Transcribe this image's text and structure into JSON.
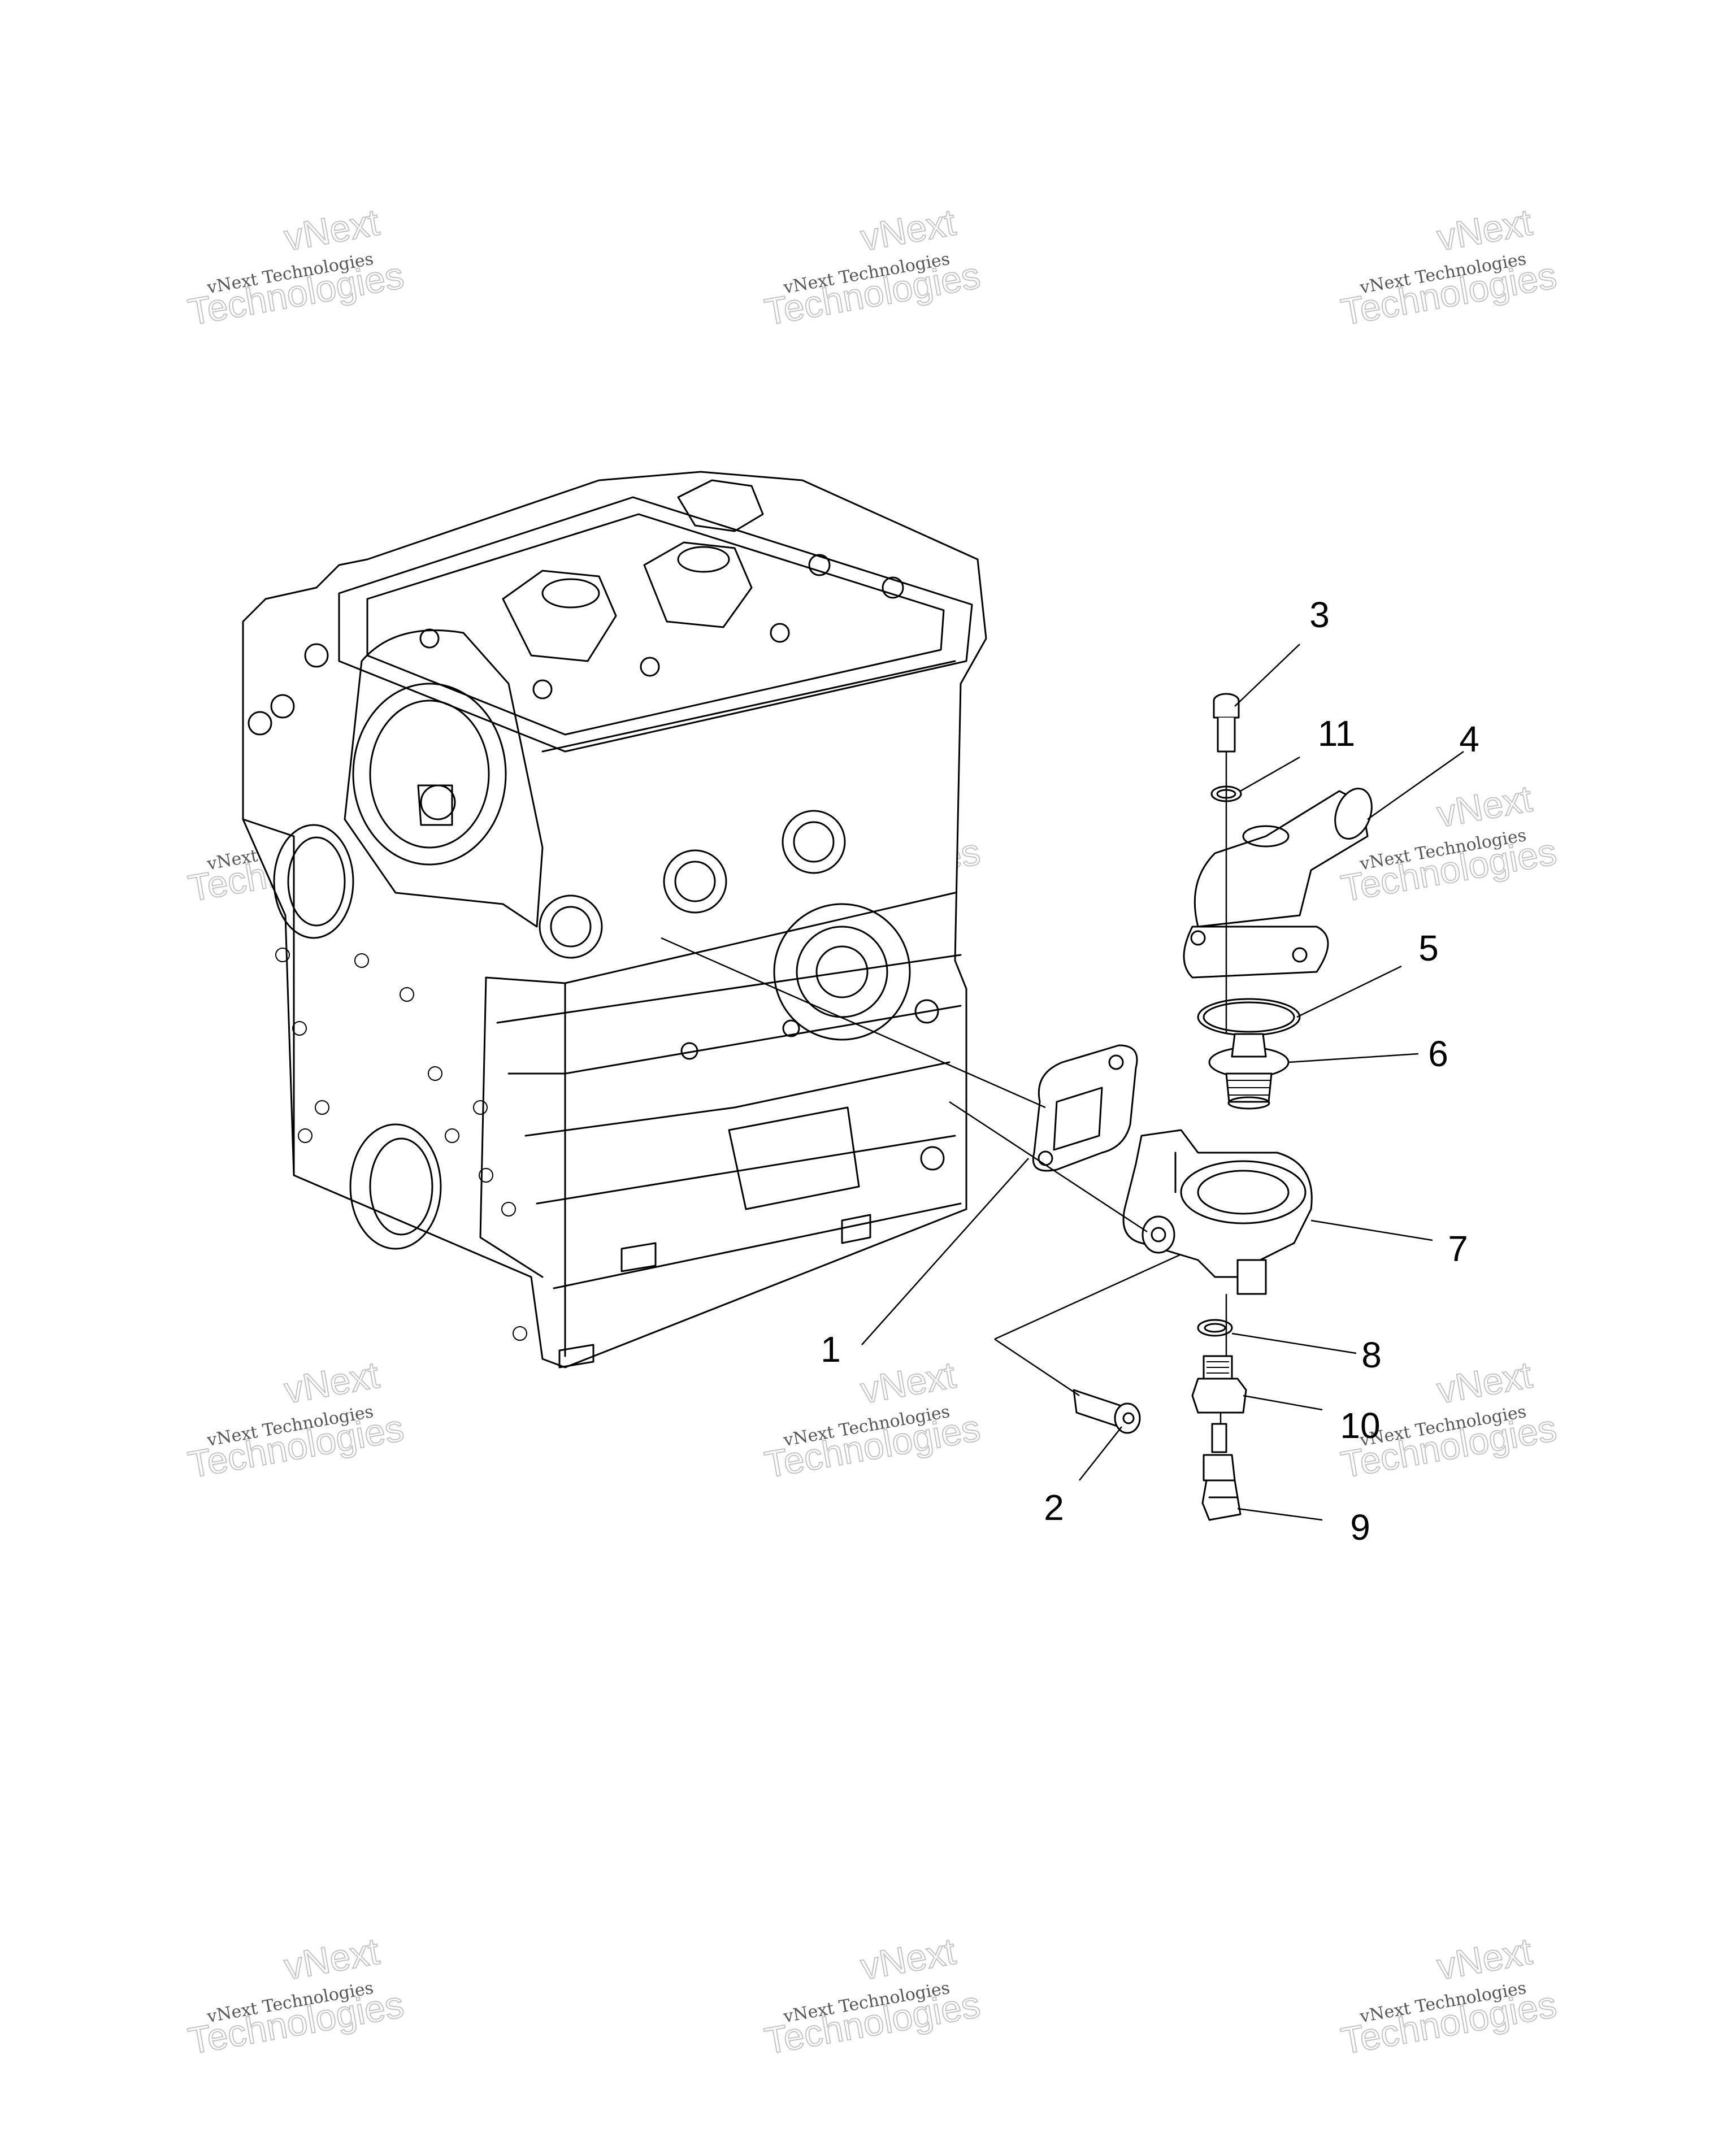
{
  "watermark": {
    "line1": "vNext",
    "line2": "vNext Technologies",
    "line3": "Technologies"
  },
  "callouts": [
    {
      "id": "1",
      "label": "1"
    },
    {
      "id": "2",
      "label": "2"
    },
    {
      "id": "3",
      "label": "3"
    },
    {
      "id": "4",
      "label": "4"
    },
    {
      "id": "5",
      "label": "5"
    },
    {
      "id": "6",
      "label": "6"
    },
    {
      "id": "7",
      "label": "7"
    },
    {
      "id": "8",
      "label": "8"
    },
    {
      "id": "9",
      "label": "9"
    },
    {
      "id": "10",
      "label": "10"
    },
    {
      "id": "11",
      "label": "11"
    }
  ]
}
